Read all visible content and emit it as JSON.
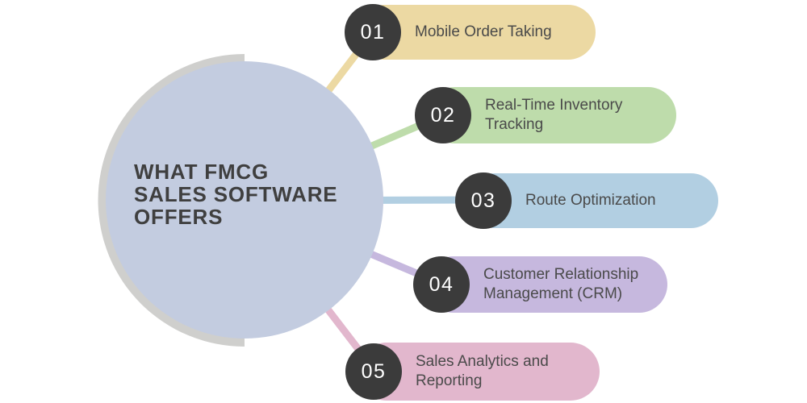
{
  "title": {
    "lines": [
      "WHAT FMCG",
      "SALES SOFTWARE",
      "OFFERS"
    ]
  },
  "items": [
    {
      "number": "01",
      "label": "Mobile Order Taking",
      "color": "#ecd9a3"
    },
    {
      "number": "02",
      "label": "Real-Time Inventory Tracking",
      "color": "#bedcab"
    },
    {
      "number": "03",
      "label": "Route Optimization",
      "color": "#b2cfe2"
    },
    {
      "number": "04",
      "label": "Customer Relationship Management (CRM)",
      "color": "#c6b8de"
    },
    {
      "number": "05",
      "label": "Sales Analytics and Reporting",
      "color": "#e2b7cd"
    }
  ],
  "colors": {
    "background": "#ffffff",
    "main_circle": "#c3cce0",
    "shadow_arc": "#cfcfcd",
    "number_badge": "#3b3b3b",
    "badge_text": "#ffffff",
    "title_text": "#3f3f3f",
    "label_text": "#4a4a4a"
  }
}
